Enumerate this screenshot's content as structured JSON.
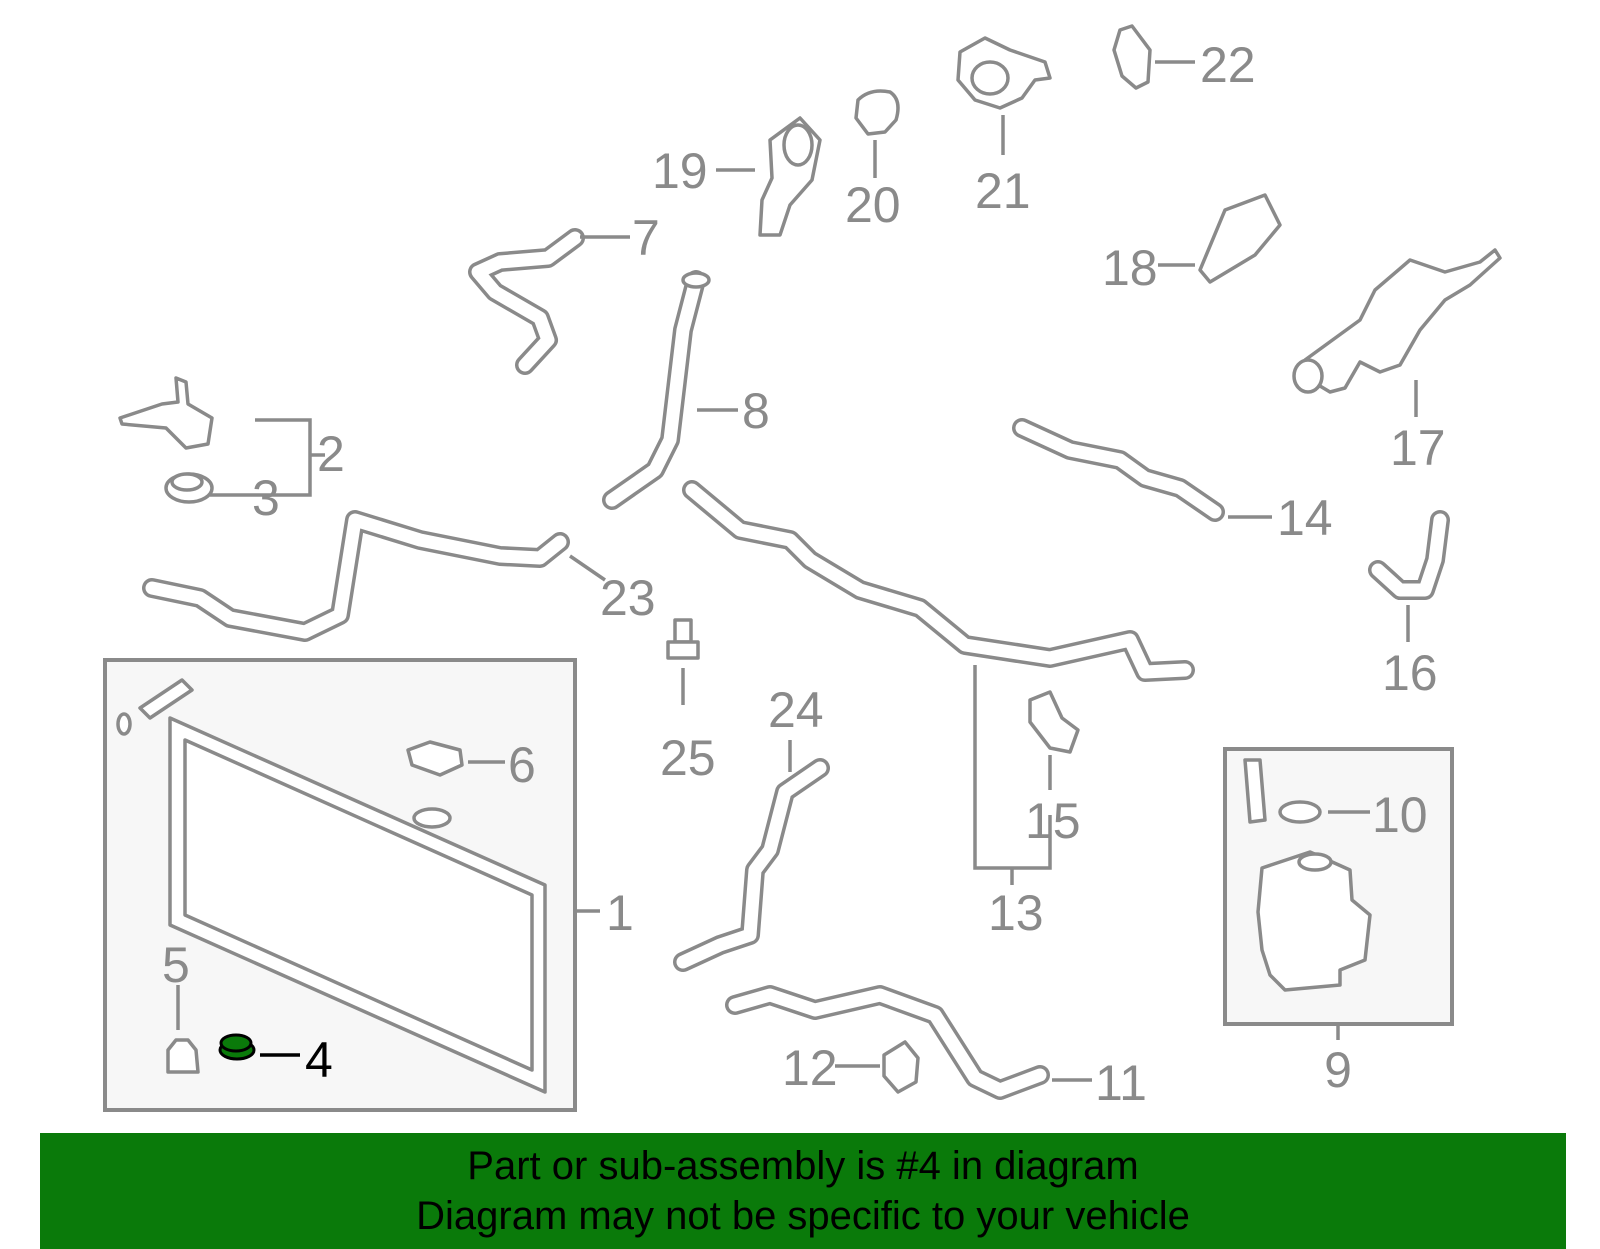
{
  "highlight": {
    "part": "4",
    "color": "#0a7a0a"
  },
  "callouts": [
    "1",
    "2",
    "3",
    "4",
    "5",
    "6",
    "7",
    "8",
    "9",
    "10",
    "11",
    "12",
    "13",
    "14",
    "15",
    "16",
    "17",
    "18",
    "19",
    "20",
    "21",
    "22",
    "23",
    "24",
    "25"
  ],
  "banner": {
    "line1": "Part or sub-assembly is #4 in diagram",
    "line2": "Diagram may not be specific to your vehicle",
    "background": "#0a7a0a"
  },
  "colors": {
    "line": "#8a8a8a",
    "highlight_part": "#0a7a0a"
  }
}
